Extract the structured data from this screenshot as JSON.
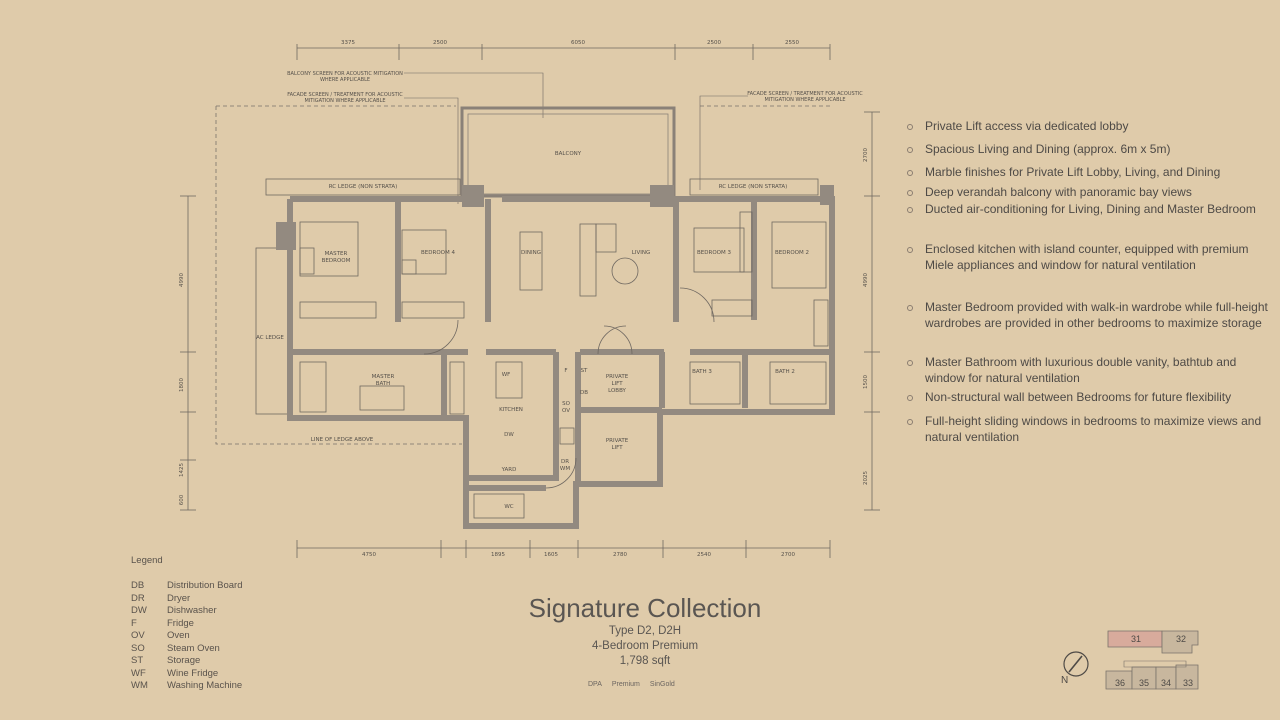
{
  "dimensions": {
    "top": [
      "3375",
      "2500",
      "6050",
      "2500",
      "2550"
    ],
    "bottom": [
      "4750",
      "1895",
      "1605",
      "2780",
      "2540",
      "2700"
    ],
    "left": [
      "4990",
      "1800",
      "1425",
      "600"
    ],
    "right": [
      "2700",
      "4990",
      "1500",
      "2025"
    ]
  },
  "annotations": {
    "balcony_screen": [
      "BALCONY SCREEN FOR ACOUSTIC MITIGATION",
      "WHERE APPLICABLE"
    ],
    "facade_left": [
      "FACADE SCREEN / TREATMENT FOR ACOUSTIC",
      "MITIGATION WHERE APPLICABLE"
    ],
    "facade_right": [
      "FACADE SCREEN / TREATMENT FOR ACOUSTIC",
      "MITIGATION WHERE APPLICABLE"
    ],
    "rc_ledge": "RC LEDGE (NON STRATA)",
    "ac_ledge": "AC LEDGE",
    "line_of_ledge": "LINE OF LEDGE ABOVE"
  },
  "rooms": {
    "balcony": "BALCONY",
    "master_bedroom": [
      "MASTER",
      "BEDROOM"
    ],
    "bedroom4": "BEDROOM 4",
    "dining": "DINING",
    "living": "LIVING",
    "bedroom3": "BEDROOM 3",
    "bedroom2": "BEDROOM 2",
    "master_bath": [
      "MASTER",
      "BATH"
    ],
    "kitchen": "KITCHEN",
    "wf": "WF",
    "dw": "DW",
    "yard": "YARD",
    "wc": "WC",
    "st": "ST",
    "db": "DB",
    "f": "F",
    "so": "SO",
    "ov": "OV",
    "dr": "DR",
    "wm": "WM",
    "private_lift_lobby": [
      "PRIVATE",
      "LIFT",
      "LOBBY"
    ],
    "private_lift": [
      "PRIVATE",
      "LIFT"
    ],
    "bath3": "BATH 3",
    "bath2": "BATH 2"
  },
  "features": [
    "Private Lift access via dedicated lobby",
    "Spacious Living and Dining (approx. 6m x 5m)",
    "Marble finishes for Private Lift Lobby, Living, and Dining",
    "Deep verandah balcony with panoramic bay views",
    "Ducted air-conditioning for Living, Dining and Master Bedroom",
    "Enclosed kitchen with island counter, equipped with premium Miele appliances and window for natural ventilation",
    "Master Bedroom provided with walk-in wardrobe while full-height wardrobes are provided in other bedrooms to maximize storage",
    "Master Bathroom with luxurious double vanity, bathtub and window for natural ventilation",
    "Non-structural wall between Bedrooms for future flexibility",
    "Full-height sliding windows in bedrooms to maximize views and natural ventilation"
  ],
  "legend": {
    "title": "Legend",
    "items": [
      {
        "code": "DB",
        "desc": "Distribution Board"
      },
      {
        "code": "DR",
        "desc": "Dryer"
      },
      {
        "code": "DW",
        "desc": "Dishwasher"
      },
      {
        "code": "F",
        "desc": "Fridge"
      },
      {
        "code": "OV",
        "desc": "Oven"
      },
      {
        "code": "SO",
        "desc": "Steam Oven"
      },
      {
        "code": "ST",
        "desc": "Storage"
      },
      {
        "code": "WF",
        "desc": "Wine Fridge"
      },
      {
        "code": "WM",
        "desc": "Washing Machine"
      }
    ]
  },
  "title": {
    "name": "Signature Collection",
    "type": "Type D2, D2H",
    "category": "4-Bedroom Premium",
    "area": "1,798 sqft"
  },
  "logos": [
    "DPA",
    "Premium",
    "SinGold"
  ],
  "compass": {
    "north": "N"
  },
  "keyplan": {
    "units": [
      "31",
      "32",
      "36",
      "35",
      "34",
      "33"
    ],
    "highlighted": "31",
    "highlight_color": "#d8ab9c"
  },
  "colors": {
    "background": "#dfcbaa",
    "wall": "#938a80",
    "line": "#6f6861"
  }
}
